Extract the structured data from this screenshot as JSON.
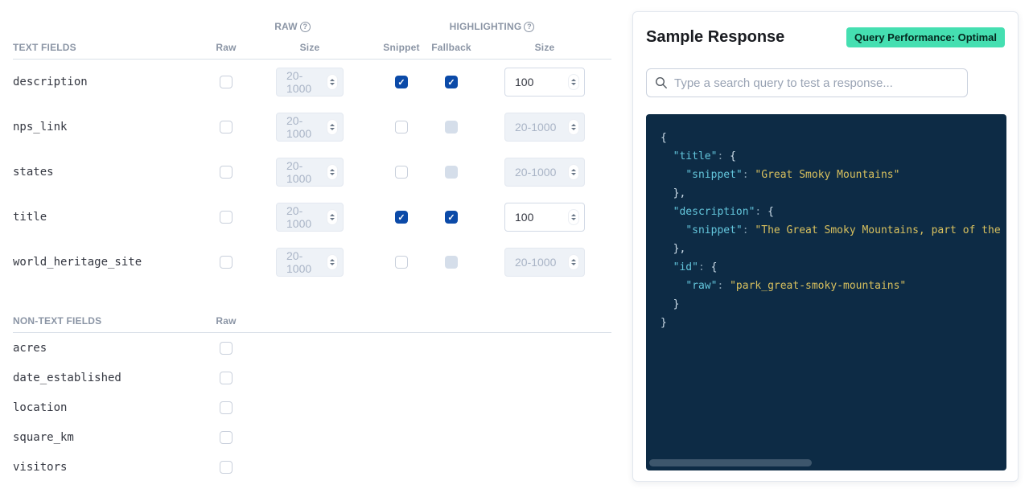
{
  "colors": {
    "badge_bg": "#45dfb1",
    "badge_text": "#04281f",
    "checkbox_checked": "#0b4aa8",
    "checkbox_disabled": "#d5deea",
    "code_bg": "#0d2b45",
    "code_key": "#63c5db",
    "code_string": "#d8c05e",
    "code_punct": "#cfdfeb",
    "code_colon": "#7e96a9",
    "header_text": "#8b95a5",
    "field_text": "#343741",
    "scrollbar_thumb": "#3d566c"
  },
  "left_panel": {
    "group_headers": {
      "raw": "RAW",
      "highlighting": "HIGHLIGHTING"
    },
    "text_table": {
      "section_header": "TEXT FIELDS",
      "columns": {
        "raw": "Raw",
        "raw_size": "Size",
        "snippet": "Snippet",
        "fallback": "Fallback",
        "hl_size": "Size"
      },
      "size_placeholder": "20-1000",
      "rows": [
        {
          "name": "description",
          "raw_checked": false,
          "raw_size": {
            "value": "",
            "placeholder": "20-1000",
            "disabled": true
          },
          "snippet_checked": true,
          "fallback": "checked",
          "hl_size": {
            "value": "100",
            "placeholder": "",
            "disabled": false
          }
        },
        {
          "name": "nps_link",
          "raw_checked": false,
          "raw_size": {
            "value": "",
            "placeholder": "20-1000",
            "disabled": true
          },
          "snippet_checked": false,
          "fallback": "disabled",
          "hl_size": {
            "value": "",
            "placeholder": "20-1000",
            "disabled": true
          }
        },
        {
          "name": "states",
          "raw_checked": false,
          "raw_size": {
            "value": "",
            "placeholder": "20-1000",
            "disabled": true
          },
          "snippet_checked": false,
          "fallback": "disabled",
          "hl_size": {
            "value": "",
            "placeholder": "20-1000",
            "disabled": true
          }
        },
        {
          "name": "title",
          "raw_checked": false,
          "raw_size": {
            "value": "",
            "placeholder": "20-1000",
            "disabled": true
          },
          "snippet_checked": true,
          "fallback": "checked",
          "hl_size": {
            "value": "100",
            "placeholder": "",
            "disabled": false
          }
        },
        {
          "name": "world_heritage_site",
          "raw_checked": false,
          "raw_size": {
            "value": "",
            "placeholder": "20-1000",
            "disabled": true
          },
          "snippet_checked": false,
          "fallback": "disabled",
          "hl_size": {
            "value": "",
            "placeholder": "20-1000",
            "disabled": true
          }
        }
      ]
    },
    "non_text_table": {
      "section_header": "NON-TEXT FIELDS",
      "columns": {
        "raw": "Raw"
      },
      "rows": [
        {
          "name": "acres",
          "raw_checked": false
        },
        {
          "name": "date_established",
          "raw_checked": false
        },
        {
          "name": "location",
          "raw_checked": false
        },
        {
          "name": "square_km",
          "raw_checked": false
        },
        {
          "name": "visitors",
          "raw_checked": false
        }
      ]
    }
  },
  "sample_response": {
    "title": "Sample Response",
    "badge": "Query Performance: Optimal",
    "search_placeholder": "Type a search query to test a response...",
    "code": {
      "lines": [
        [
          [
            "b",
            "{"
          ]
        ],
        [
          [
            "b",
            "  "
          ],
          [
            "k",
            "\"title\""
          ],
          [
            "c",
            ": "
          ],
          [
            "b",
            "{"
          ]
        ],
        [
          [
            "b",
            "    "
          ],
          [
            "k",
            "\"snippet\""
          ],
          [
            "c",
            ": "
          ],
          [
            "s",
            "\"Great Smoky Mountains\""
          ]
        ],
        [
          [
            "b",
            "  },"
          ]
        ],
        [
          [
            "b",
            "  "
          ],
          [
            "k",
            "\"description\""
          ],
          [
            "c",
            ": "
          ],
          [
            "b",
            "{"
          ]
        ],
        [
          [
            "b",
            "    "
          ],
          [
            "k",
            "\"snippet\""
          ],
          [
            "c",
            ": "
          ],
          [
            "s",
            "\"The Great Smoky Mountains, part of the Appa"
          ]
        ],
        [
          [
            "b",
            "  },"
          ]
        ],
        [
          [
            "b",
            "  "
          ],
          [
            "k",
            "\"id\""
          ],
          [
            "c",
            ": "
          ],
          [
            "b",
            "{"
          ]
        ],
        [
          [
            "b",
            "    "
          ],
          [
            "k",
            "\"raw\""
          ],
          [
            "c",
            ": "
          ],
          [
            "s",
            "\"park_great-smoky-mountains\""
          ]
        ],
        [
          [
            "b",
            "  }"
          ]
        ],
        [
          [
            "b",
            "}"
          ]
        ]
      ]
    }
  }
}
